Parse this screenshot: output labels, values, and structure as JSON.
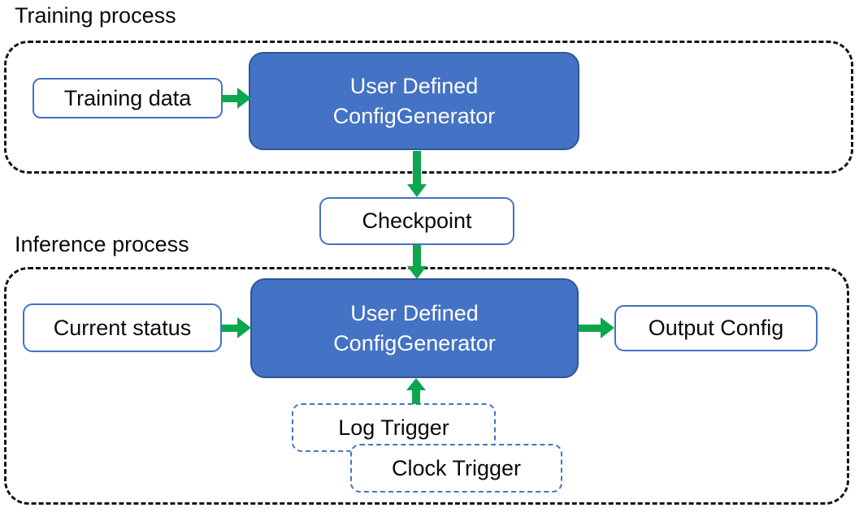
{
  "colors": {
    "accent-blue": "#4472C4",
    "accent-blue-dark": "#2F5597",
    "arrow-green": "#0CA64F",
    "outline-black": "#141414",
    "text-black": "#0a0a0a"
  },
  "training": {
    "section_label": "Training process",
    "input_label": "Training data",
    "generator_label_line1": "User Defined",
    "generator_label_line2": "ConfigGenerator"
  },
  "checkpoint_label": "Checkpoint",
  "inference": {
    "section_label": "Inference process",
    "input_label": "Current status",
    "generator_label_line1": "User Defined",
    "generator_label_line2": "ConfigGenerator",
    "output_label": "Output Config",
    "trigger_labels": {
      "log": "Log Trigger",
      "clock": "Clock Trigger"
    }
  }
}
